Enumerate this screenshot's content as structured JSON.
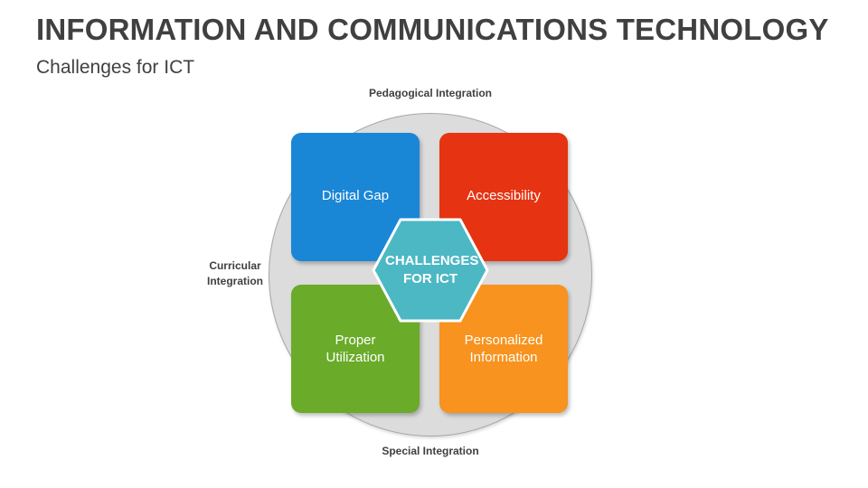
{
  "title": "INFORMATION AND COMMUNICATIONS TECHNOLOGY",
  "subtitle": "Challenges for ICT",
  "center": {
    "label": "CHALLENGES FOR ICT",
    "color": "#4cb8c4"
  },
  "tiles": [
    {
      "label": "Digital Gap",
      "color": "#1a86d6"
    },
    {
      "label": "Accessibility",
      "color": "#e63312"
    },
    {
      "label": "Proper Utilization",
      "color": "#6aab2a"
    },
    {
      "label": "Personalized Information",
      "color": "#f7931e"
    }
  ],
  "outer_labels": {
    "top": "Pedagogical Integration",
    "left": "Curricular Integration",
    "bottom": "Special Integration"
  }
}
